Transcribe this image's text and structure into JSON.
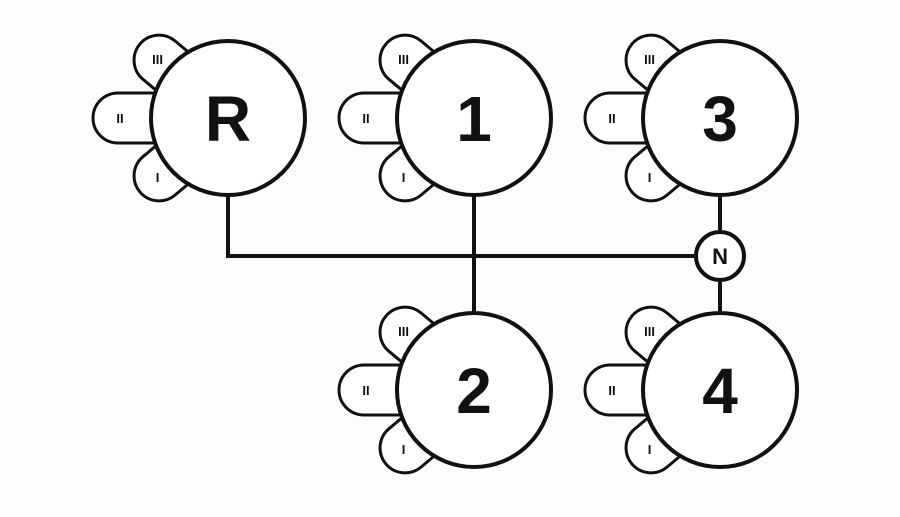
{
  "gears": [
    {
      "id": "R",
      "label": "R",
      "sub_labels": [
        "III",
        "II",
        "I"
      ]
    },
    {
      "id": "1",
      "label": "1",
      "sub_labels": [
        "III",
        "II",
        "I"
      ]
    },
    {
      "id": "3",
      "label": "3",
      "sub_labels": [
        "III",
        "II",
        "I"
      ]
    },
    {
      "id": "2",
      "label": "2",
      "sub_labels": [
        "III",
        "II",
        "I"
      ]
    },
    {
      "id": "4",
      "label": "4",
      "sub_labels": [
        "III",
        "II",
        "I"
      ]
    }
  ],
  "neutral": {
    "label": "N"
  },
  "colors": {
    "ink": "#111111",
    "fill": "#ffffff",
    "background": "#fdfdfb"
  }
}
